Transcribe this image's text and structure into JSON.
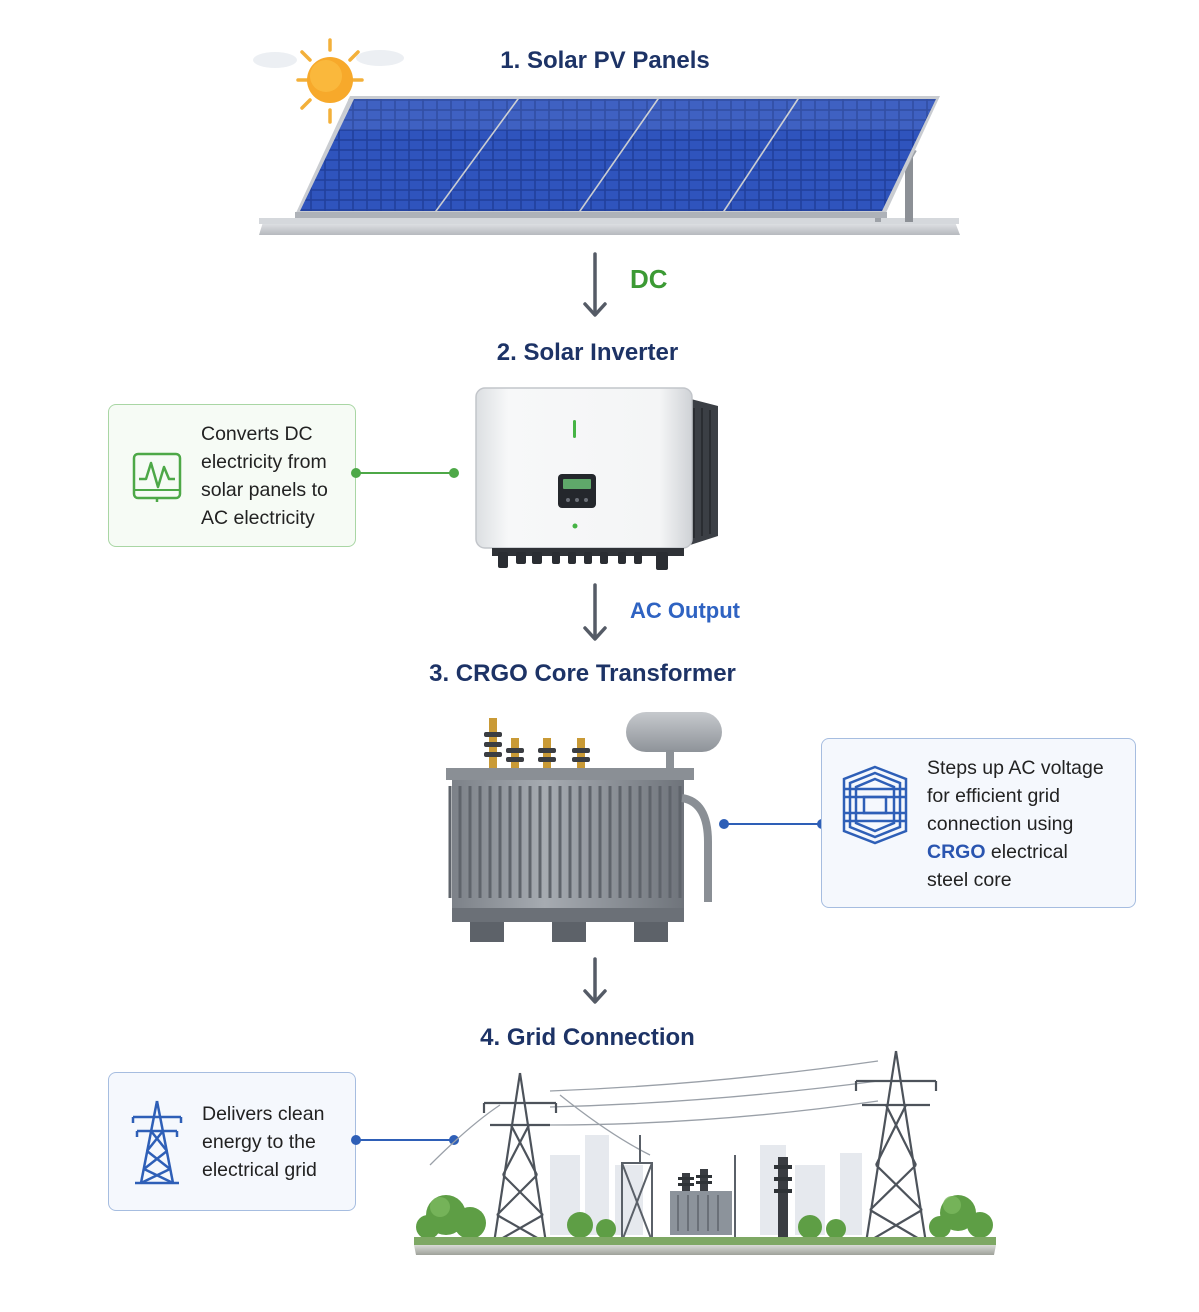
{
  "colors": {
    "title": "#1d3366",
    "dc": "#3c9a34",
    "ac": "#2f63c2",
    "arrow": "#555b66",
    "green_accent": "#4da847",
    "blue_accent": "#2e5fb7"
  },
  "steps": [
    {
      "title": "1. Solar PV Panels",
      "icon": "sun-icon"
    },
    {
      "title": "2. Solar Inverter",
      "icon": "inverter-icon"
    },
    {
      "title": "3. CRGO Core Transformer",
      "icon": "transformer-icon"
    },
    {
      "title": "4. Grid Connection",
      "icon": "transmission-tower-icon"
    }
  ],
  "flows": [
    {
      "label": "DC"
    },
    {
      "label": "AC Output"
    },
    {
      "label": ""
    }
  ],
  "callouts": {
    "inverter": {
      "lines": [
        "Converts DC",
        "electricity from",
        "solar panels to",
        "AC electricity"
      ],
      "icon": "waveform-icon"
    },
    "transformer": {
      "lines_before": [
        "Steps up AC voltage",
        "for efficient grid",
        "connection using"
      ],
      "highlight": "CRGO",
      "highlight_rest": " electrical",
      "lines_after": [
        "steel core"
      ],
      "icon": "core-laminations-icon"
    },
    "grid": {
      "lines": [
        "Delivers clean",
        "energy to the",
        "electrical grid"
      ],
      "icon": "tower-icon"
    }
  }
}
